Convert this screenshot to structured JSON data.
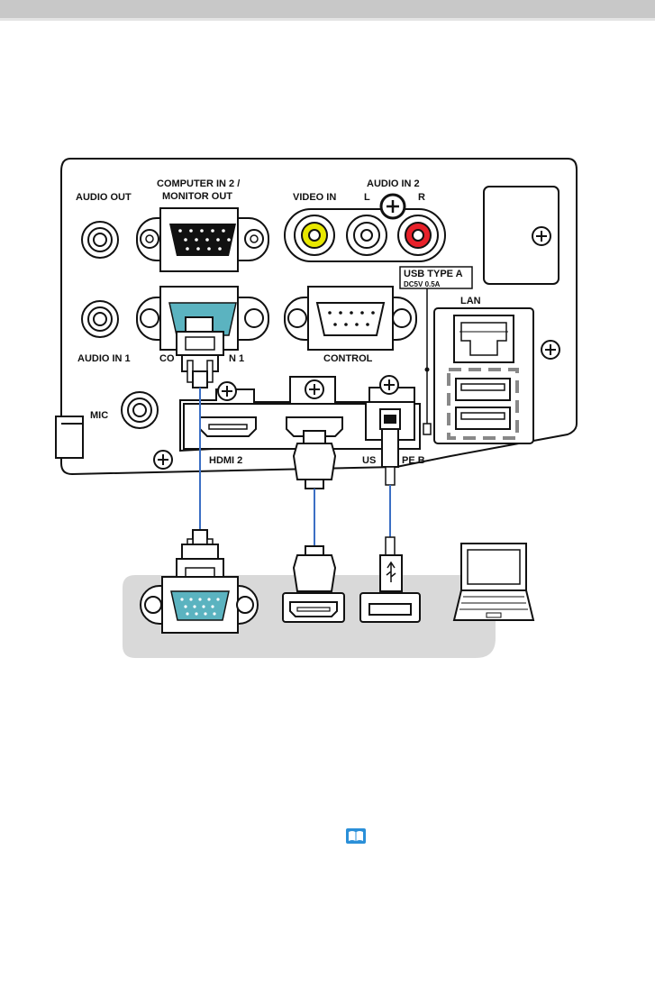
{
  "ports": {
    "audio_out": "AUDIO OUT",
    "computer_in2_line1": "COMPUTER IN 2 /",
    "computer_in2_line2": "MONITOR OUT",
    "video_in": "VIDEO IN",
    "audio_in2": "AUDIO IN 2",
    "audio_l": "L",
    "audio_r": "R",
    "usb_type_a": "USB TYPE A",
    "usb_rating": "DC5V 0.5A",
    "lan": "LAN",
    "audio_in1": "AUDIO IN 1",
    "computer_in1_a": "CO",
    "computer_in1_b": "N 1",
    "control": "CONTROL",
    "mic": "MIC",
    "hdmi2": "HDMI 2",
    "usb_type_b_a": "US",
    "usb_type_b_b": "PE B"
  },
  "colors": {
    "vga_port": "#5bb3c0",
    "video_jack": "#e8e800",
    "audio_r_jack": "#e8212a",
    "cable": "#3b6fc4",
    "panel_bg": "#d9d9d9",
    "reference_icon": "#2a8fd8"
  },
  "icons": {
    "reference": "book-icon"
  }
}
